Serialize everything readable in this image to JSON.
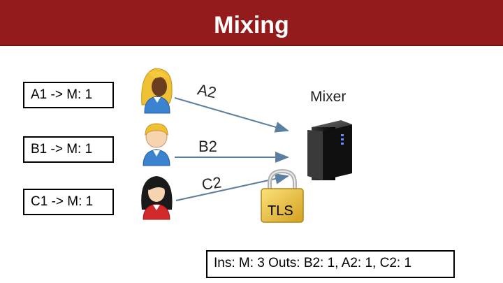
{
  "slide": {
    "title": "Mixing"
  },
  "messages": [
    {
      "text": "A1 -> M: 1"
    },
    {
      "text": "B1 -> M: 1"
    },
    {
      "text": "C1 -> M: 1"
    }
  ],
  "edge_labels": {
    "a": "A2",
    "b": "B2",
    "c": "C2"
  },
  "mixer": {
    "label": "Mixer"
  },
  "lock": {
    "label": "TLS"
  },
  "result": {
    "text": "Ins: M: 3 Outs: B2: 1, A2: 1, C2: 1"
  },
  "colors": {
    "title_bar": "#941b1b",
    "arrow": "#5a7fa0",
    "lock": "#e6b830"
  }
}
